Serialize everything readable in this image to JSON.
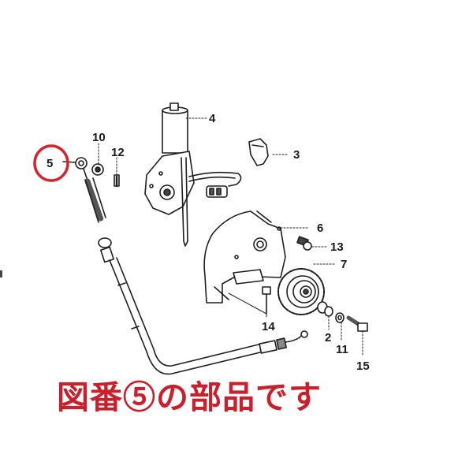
{
  "diagram": {
    "type": "exploded-parts-diagram",
    "highlight_color": "#d4252f",
    "caption_color": "#c8202c",
    "highlighted_part": "5",
    "parts": [
      {
        "id": "p2",
        "number": "2"
      },
      {
        "id": "p3",
        "number": "3"
      },
      {
        "id": "p4",
        "number": "4"
      },
      {
        "id": "p5",
        "number": "5"
      },
      {
        "id": "p6",
        "number": "6"
      },
      {
        "id": "p7",
        "number": "7"
      },
      {
        "id": "p10",
        "number": "10"
      },
      {
        "id": "p11",
        "number": "11"
      },
      {
        "id": "p12",
        "number": "12"
      },
      {
        "id": "p13",
        "number": "13"
      },
      {
        "id": "p14",
        "number": "14"
      },
      {
        "id": "p15",
        "number": "15"
      }
    ]
  },
  "caption": {
    "text": "図番⑤の部品です"
  }
}
